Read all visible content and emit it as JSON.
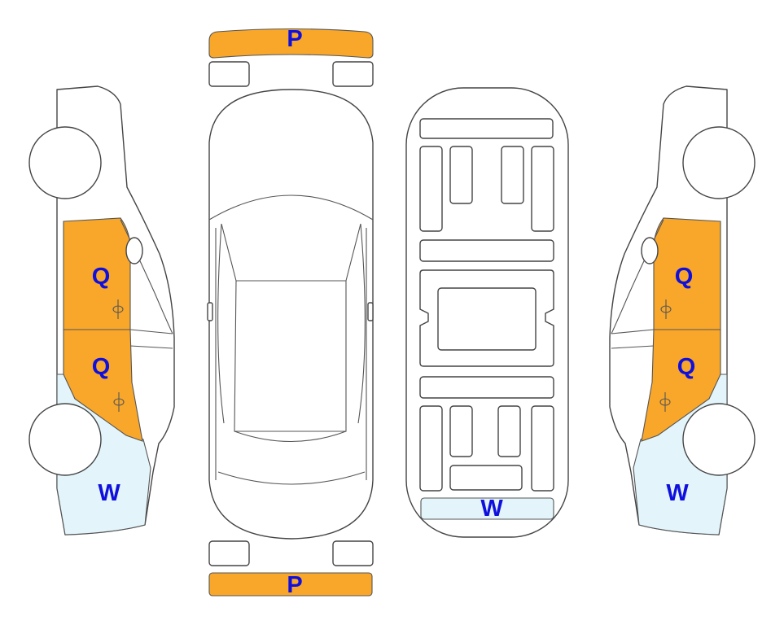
{
  "colors": {
    "orange": "#F9A72A",
    "light_blue": "#E3F5FB",
    "outline": "#444444",
    "label": "#1010DD"
  },
  "labels": {
    "front_bumper": "P",
    "rear_bumper": "P",
    "left_front_door": "Q",
    "left_rear_door": "Q",
    "left_rear_quarter": "W",
    "right_front_door": "Q",
    "right_rear_door": "Q",
    "right_rear_quarter": "W",
    "underbody_rear": "W"
  }
}
